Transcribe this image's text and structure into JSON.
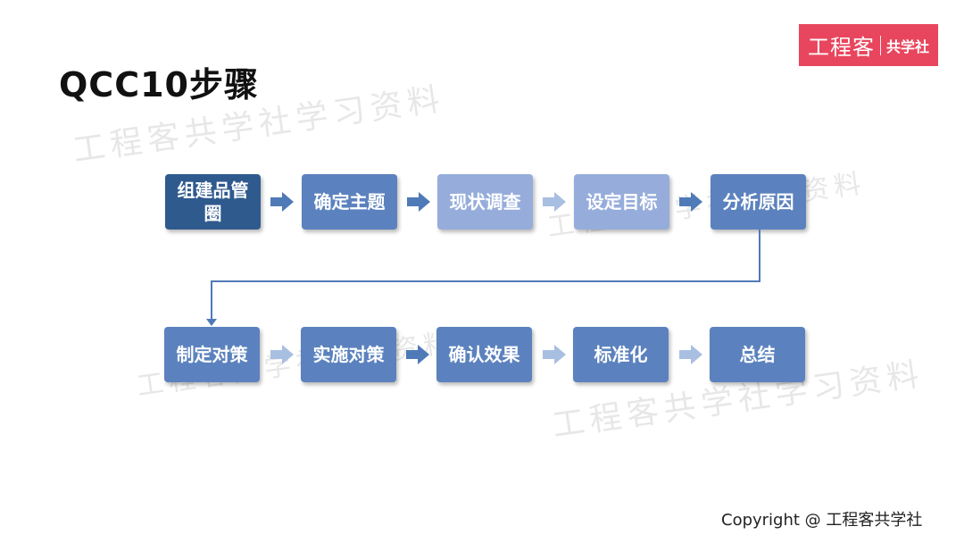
{
  "title": "QCC10步骤",
  "brand": {
    "main": "工程客",
    "sub": "共学社"
  },
  "watermark_text": "工程客共学社学习资料",
  "steps_row1": [
    "组建品管圈",
    "确定主题",
    "现状调查",
    "设定目标",
    "分析原因"
  ],
  "steps_row2": [
    "制定对策",
    "实施对策",
    "确认效果",
    "标准化",
    "总结"
  ],
  "copyright": "Copyright @ 工程客共学社",
  "colors": {
    "step_dark": "#2f5a8e",
    "step_mid": "#5b82be",
    "step_light": "#96addb",
    "arrow": "#4f7ab8",
    "arrow_light": "#a9bfe2",
    "connector": "#4f7ab8",
    "brand": "#e8465e"
  }
}
